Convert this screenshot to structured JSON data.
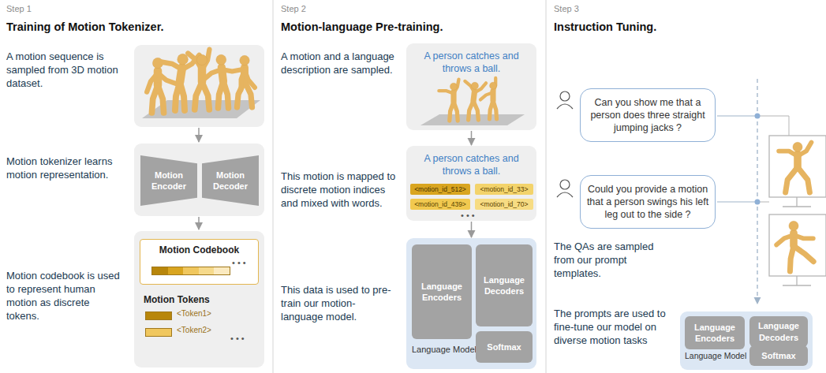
{
  "diagram": {
    "nodes": [
      {
        "text": [
          "Motion Encoder"
        ]
      },
      {
        "text": [
          "Motion Decoder"
        ]
      },
      {
        "text": [
          "Motion Tokens",
          "<Token1>",
          "<Token2>"
        ]
      },
      {
        "text": [
          "Motion Codebook"
        ],
        "in": 2
      },
      {
        "text": [
          "A person catches and throws a ball."
        ]
      },
      {
        "text": [
          "A person catches and throws a ball."
        ]
      },
      {
        "text": [
          "<motion_id_512>"
        ],
        "in": 5
      },
      {
        "text": [
          "<motion_id_33>"
        ],
        "in": 5
      },
      {
        "text": [
          "<motion_id_439>"
        ],
        "in": 5
      },
      {
        "text": [
          "<motion_id_70>"
        ],
        "in": 5
      },
      {
        "text": [
          "Language Model"
        ]
      },
      {
        "text": [
          "Language Encoders"
        ],
        "in": 10
      },
      {
        "text": [
          "Language Decoders"
        ],
        "in": 10
      },
      {
        "text": [
          "Softmax"
        ],
        "in": 10
      },
      {
        "text": [
          "Can you show me that a person does three straight jumping jacks ?"
        ]
      },
      {
        "text": [
          "Could you provide a motion that a person swings his left leg out to the side ?"
        ]
      },
      {
        "text": [
          "Language Model"
        ]
      },
      {
        "text": [
          "Language Encoders"
        ],
        "in": 16
      },
      {
        "text": [
          "Language Decoders"
        ],
        "in": 16
      },
      {
        "text": [
          "Softmax"
        ],
        "in": 16
      }
    ],
    "edges": [
      {
        "from": 4,
        "to": 5,
        "arrow": "to"
      },
      {
        "from": 5,
        "to": 10,
        "arrow": "to"
      }
    ],
    "labels": [
      "Step 1",
      "Training of Motion Tokenizer.",
      "A motion sequence is sampled from 3D motion dataset.",
      "Motion tokenizer learns motion representation.",
      "Motion codebook is used to represent human motion as discrete tokens.",
      "Step 2",
      "Motion-language Pre-training.",
      "A motion and a language description are sampled.",
      "This motion is mapped to discrete motion indices and mixed with words.",
      "This data is used to pre-train our motion-language model.",
      "Step 3",
      "Instruction Tuning.",
      "The QAs are sampled from our prompt templates.",
      "The prompts are used to fine-tune our model on diverse motion tasks",
      "• • •",
      "• • •",
      "• • •"
    ]
  }
}
